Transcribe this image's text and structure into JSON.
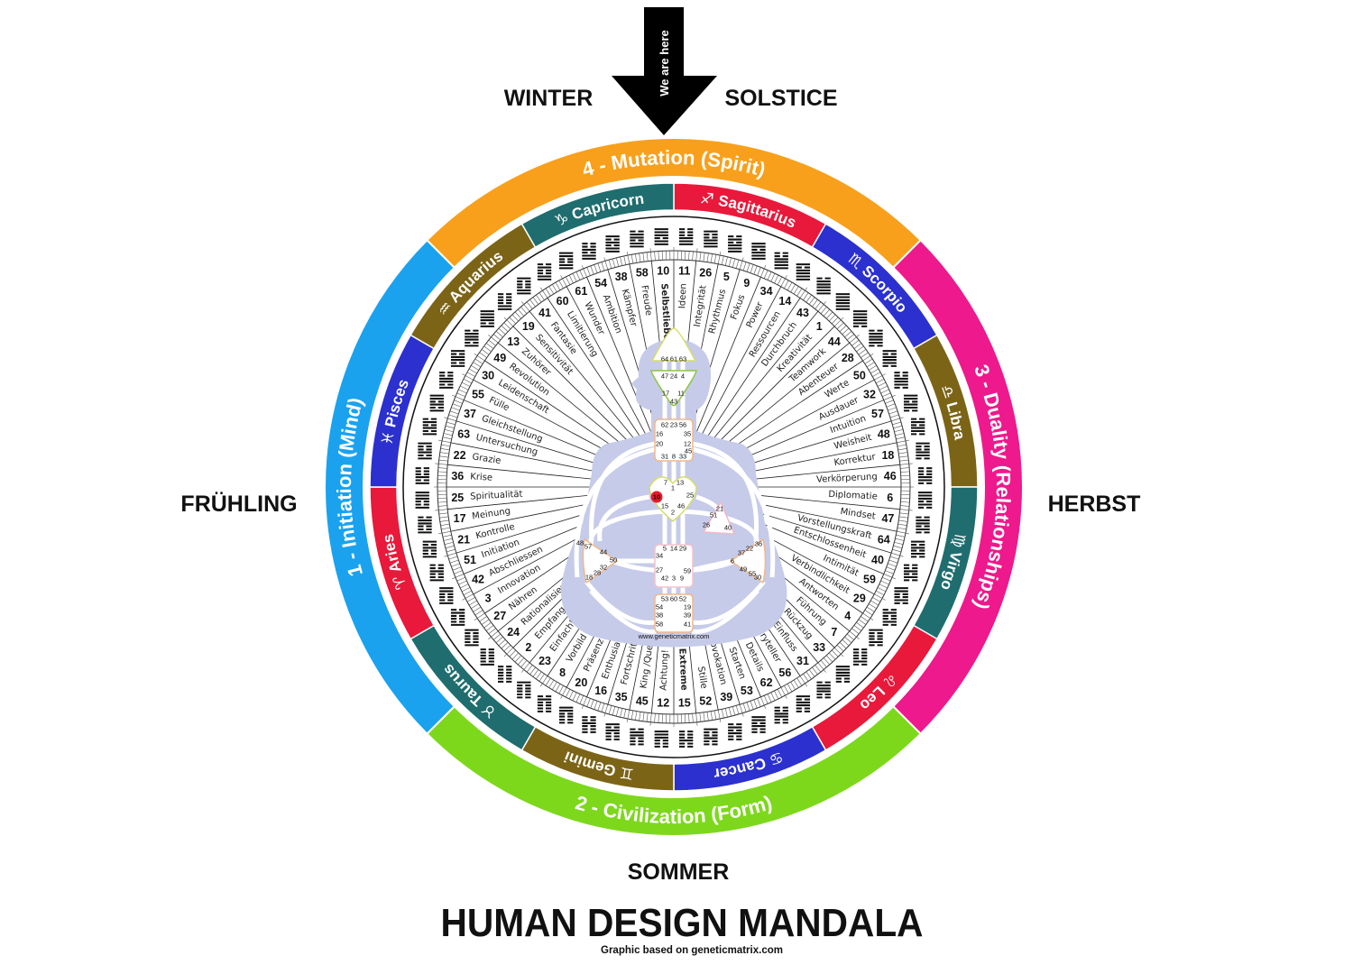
{
  "header": {
    "arrow_label": "We are here",
    "left_label": "WINTER",
    "right_label": "SOLSTICE"
  },
  "seasons": {
    "left": "FRÜHLING",
    "right": "HERBST",
    "bottom": "SOMMER"
  },
  "title": "HUMAN DESIGN MANDALA",
  "credit": "Graphic based on geneticmatrix.com",
  "colors": {
    "arrow": "#000000",
    "highlight_keyword": "#e8192c",
    "silhouette": "#c6cbe9",
    "active_gate": "#e8192c"
  },
  "quarters": [
    {
      "label": "4 - Mutation (Spirit)",
      "color": "#f8a01c",
      "center_deg": 0
    },
    {
      "label": "3 - Duality (Relationships)",
      "color": "#ee198c",
      "center_deg": 90
    },
    {
      "label": "2 - Civilization (Form)",
      "color": "#7dd81c",
      "center_deg": 180
    },
    {
      "label": "1 - Initiation (Mind)",
      "color": "#1aa2ee",
      "center_deg": 270
    }
  ],
  "zodiac": [
    {
      "symbol": "♐",
      "name": "Sagittarius",
      "color": "#e8193a"
    },
    {
      "symbol": "♏",
      "name": "Scorpio",
      "color": "#2b30cf"
    },
    {
      "symbol": "♎",
      "name": "Libra",
      "color": "#7c6417"
    },
    {
      "symbol": "♍",
      "name": "Virgo",
      "color": "#1f6d6e"
    },
    {
      "symbol": "♌",
      "name": "Leo",
      "color": "#e8193a"
    },
    {
      "symbol": "♋",
      "name": "Cancer",
      "color": "#2b30cf"
    },
    {
      "symbol": "♊",
      "name": "Gemini",
      "color": "#7c6417"
    },
    {
      "symbol": "♉",
      "name": "Taurus",
      "color": "#1f6d6e"
    },
    {
      "symbol": "♈",
      "name": "Aries",
      "color": "#e8193a"
    },
    {
      "symbol": "♓",
      "name": "Pisces",
      "color": "#2b30cf"
    },
    {
      "symbol": "♒",
      "name": "Aquarius",
      "color": "#7c6417"
    },
    {
      "symbol": "♑",
      "name": "Capricorn",
      "color": "#1f6d6e"
    }
  ],
  "gates": [
    {
      "number": "10",
      "keyword": "Selbstliebe",
      "highlight": true
    },
    {
      "number": "11",
      "keyword": "Ideen"
    },
    {
      "number": "26",
      "keyword": "Integrität"
    },
    {
      "number": "5",
      "keyword": "Rhythmus"
    },
    {
      "number": "9",
      "keyword": "Fokus"
    },
    {
      "number": "34",
      "keyword": "Power"
    },
    {
      "number": "14",
      "keyword": "Ressourcen"
    },
    {
      "number": "43",
      "keyword": "Durchbruch"
    },
    {
      "number": "1",
      "keyword": "Kreativität"
    },
    {
      "number": "44",
      "keyword": "Teamwork"
    },
    {
      "number": "28",
      "keyword": "Abenteuer"
    },
    {
      "number": "50",
      "keyword": "Werte"
    },
    {
      "number": "32",
      "keyword": "Ausdauer"
    },
    {
      "number": "57",
      "keyword": "Intuition"
    },
    {
      "number": "48",
      "keyword": "Weisheit"
    },
    {
      "number": "18",
      "keyword": "Korrektur"
    },
    {
      "number": "46",
      "keyword": "Verkörperung"
    },
    {
      "number": "6",
      "keyword": "Diplomatie"
    },
    {
      "number": "47",
      "keyword": "Mindset"
    },
    {
      "number": "64",
      "keyword": "Vorstellungskraft"
    },
    {
      "number": "40",
      "keyword": "Entschlossenheit"
    },
    {
      "number": "59",
      "keyword": "Intimität"
    },
    {
      "number": "29",
      "keyword": "Verbindlichkeit"
    },
    {
      "number": "4",
      "keyword": "Antworten"
    },
    {
      "number": "7",
      "keyword": "Führung"
    },
    {
      "number": "33",
      "keyword": "Rückzug"
    },
    {
      "number": "31",
      "keyword": "Einfluss"
    },
    {
      "number": "56",
      "keyword": "Storyteller"
    },
    {
      "number": "62",
      "keyword": "Details"
    },
    {
      "number": "53",
      "keyword": "Starten"
    },
    {
      "number": "39",
      "keyword": "Provokation"
    },
    {
      "number": "52",
      "keyword": "Stille"
    },
    {
      "number": "15",
      "keyword": "Extreme",
      "highlight": true
    },
    {
      "number": "12",
      "keyword": "Achtung!"
    },
    {
      "number": "45",
      "keyword": "King /Queen"
    },
    {
      "number": "35",
      "keyword": "Fortschritt"
    },
    {
      "number": "16",
      "keyword": "Enthusiasmus"
    },
    {
      "number": "20",
      "keyword": "Präsenz"
    },
    {
      "number": "8",
      "keyword": "Vorbild"
    },
    {
      "number": "23",
      "keyword": "Einfachheit"
    },
    {
      "number": "2",
      "keyword": "Empfangen"
    },
    {
      "number": "24",
      "keyword": "Rationalisieren"
    },
    {
      "number": "27",
      "keyword": "Nähren"
    },
    {
      "number": "3",
      "keyword": "Innovation"
    },
    {
      "number": "42",
      "keyword": "Abschliessen"
    },
    {
      "number": "51",
      "keyword": "Initiation"
    },
    {
      "number": "21",
      "keyword": "Kontrolle"
    },
    {
      "number": "17",
      "keyword": "Meinung"
    },
    {
      "number": "25",
      "keyword": "Spiritualität"
    },
    {
      "number": "36",
      "keyword": "Krise"
    },
    {
      "number": "22",
      "keyword": "Grazie"
    },
    {
      "number": "63",
      "keyword": "Untersuchung"
    },
    {
      "number": "37",
      "keyword": "Gleichstellung"
    },
    {
      "number": "55",
      "keyword": "Fülle"
    },
    {
      "number": "30",
      "keyword": "Leidenschaft"
    },
    {
      "number": "49",
      "keyword": "Revolution"
    },
    {
      "number": "13",
      "keyword": "Zuhörer"
    },
    {
      "number": "19",
      "keyword": "Sensitivität"
    },
    {
      "number": "41",
      "keyword": "Fantasie"
    },
    {
      "number": "60",
      "keyword": "Limitierung"
    },
    {
      "number": "61",
      "keyword": "Wunder"
    },
    {
      "number": "54",
      "keyword": "Ambition"
    },
    {
      "number": "38",
      "keyword": "Kämpfer"
    },
    {
      "number": "58",
      "keyword": "Freude"
    }
  ],
  "bodygraph": {
    "watermark": "www.geneticmatrix.com",
    "active_gate": "10",
    "centers": [
      {
        "name": "head",
        "numbers": [
          "64",
          "61",
          "63"
        ]
      },
      {
        "name": "ajna",
        "numbers": [
          "47",
          "24",
          "4",
          "17",
          "11",
          "43"
        ]
      },
      {
        "name": "throat",
        "numbers": [
          "62",
          "23",
          "56",
          "16",
          "35",
          "20",
          "12",
          "45",
          "31",
          "8",
          "33"
        ]
      },
      {
        "name": "g-center",
        "numbers": [
          "7",
          "13",
          "1",
          "10",
          "25",
          "15",
          "46",
          "2"
        ]
      },
      {
        "name": "heart",
        "numbers": [
          "21",
          "51",
          "26",
          "40"
        ]
      },
      {
        "name": "spleen",
        "numbers": [
          "48",
          "57",
          "44",
          "50",
          "32",
          "28",
          "18"
        ]
      },
      {
        "name": "solar-plexus",
        "numbers": [
          "36",
          "22",
          "37",
          "6",
          "49",
          "55",
          "30"
        ]
      },
      {
        "name": "sacral",
        "numbers": [
          "5",
          "14",
          "29",
          "34",
          "27",
          "59",
          "42",
          "3",
          "9"
        ]
      },
      {
        "name": "root",
        "numbers": [
          "53",
          "60",
          "52",
          "54",
          "19",
          "38",
          "39",
          "58",
          "41"
        ]
      }
    ]
  }
}
